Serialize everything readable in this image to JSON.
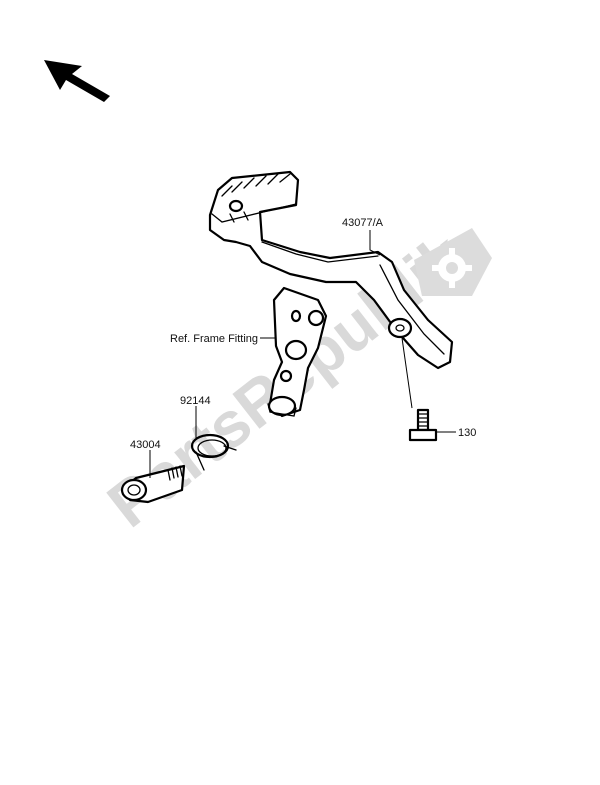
{
  "watermark": {
    "text": "PartsRepublik",
    "color": "#d9d9d9"
  },
  "orientation": {
    "icon": "arrow-up-left-icon"
  },
  "parts": [
    {
      "ref": "43077/A"
    },
    {
      "ref": "Ref. Frame Fitting"
    },
    {
      "ref": "92144"
    },
    {
      "ref": "43004"
    },
    {
      "ref": "130"
    }
  ]
}
